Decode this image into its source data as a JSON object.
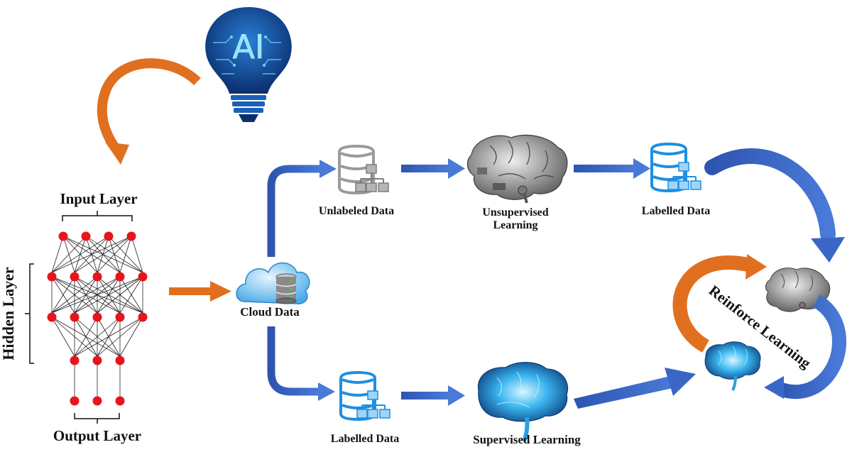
{
  "colors": {
    "blue_arrow": "#3a67c6",
    "orange_arrow": "#e0701f",
    "neuron": "#e8141c",
    "db_gray": "#9a9a9a",
    "db_blue": "#1f8fe0",
    "bulb_blue": "#1c5fb8",
    "bulb_glow": "#6fd2ff",
    "brain_gray": "#8e8e8e",
    "brain_blue": "#2ba8e8"
  },
  "icons": {
    "ai_bulb": "lightbulb-ai-icon",
    "cloud": "cloud-database-icon",
    "db_gray": "database-network-icon",
    "db_blue": "database-network-icon",
    "brain_mech": "mechanical-brain-icon",
    "brain_glow": "glowing-brain-icon"
  },
  "bulb": {
    "text": "AI"
  },
  "network": {
    "input_label": "Input Layer",
    "hidden_label": "Hidden Layer",
    "output_label": "Output Layer",
    "layers": [
      4,
      5,
      5,
      3,
      3
    ]
  },
  "cloud": {
    "label": "Cloud Data"
  },
  "unsupervised": {
    "unlabeled_label": "Unlabeled Data",
    "learning_label_line1": "Unsupervised",
    "learning_label_line2": "Learning",
    "labelled_label": "Labelled Data"
  },
  "supervised": {
    "labelled_label": "Labelled Data",
    "learning_label": "Supervised Learning"
  },
  "reinforce": {
    "label": "Reinforce Learning"
  }
}
